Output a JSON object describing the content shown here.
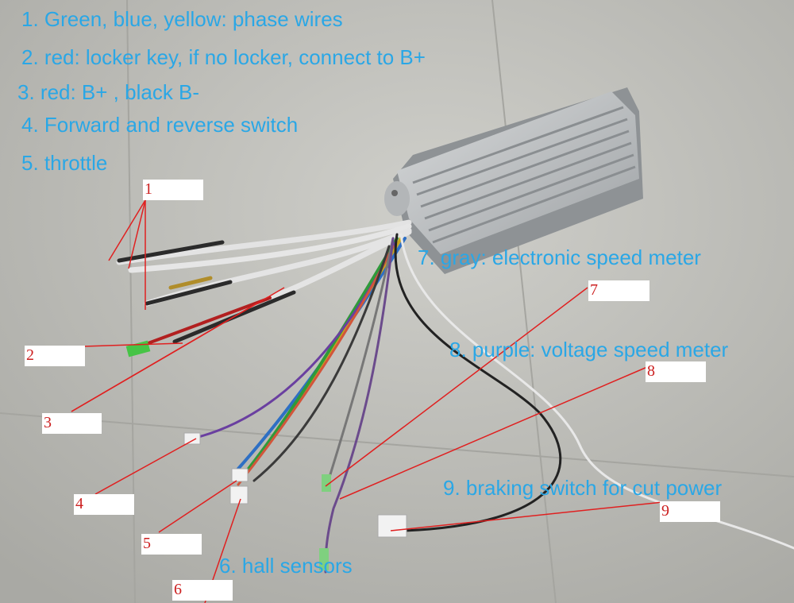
{
  "legend": {
    "l1": "1. Green, blue, yellow: phase wires",
    "l2": "2. red: locker key, if no locker, connect to B+",
    "l3": "3. red: B+ , black B-",
    "l4": "4. Forward and reverse switch",
    "l5": "5. throttle",
    "l6": "6. hall sensors",
    "l7": "7. gray: electronic speed meter",
    "l8": "8. purple: voltage speed meter",
    "l9": "9. braking switch for cut power"
  },
  "tags": [
    "1",
    "2",
    "3",
    "4",
    "5",
    "6",
    "7",
    "8",
    "9"
  ],
  "colors": {
    "label_text": "#2aa7e6",
    "tag_number": "#cc1f1f",
    "leader_line": "#e02020",
    "floor": "#b9b9b4",
    "controller_body": "#c9cbcc"
  }
}
